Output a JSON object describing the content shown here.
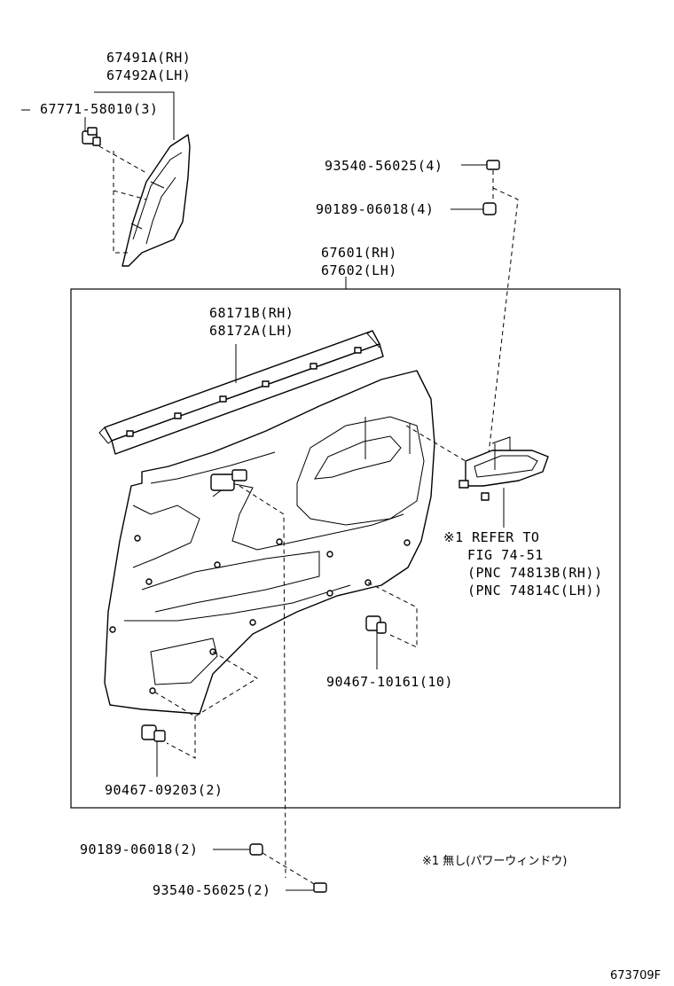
{
  "labels": {
    "p67491a": "67491A(RH)",
    "p67492a": "67492A(LH)",
    "p67771": "67771-58010(3)",
    "p93540_top": "93540-56025(4)",
    "p90189_top": "90189-06018(4)",
    "p67601": "67601(RH)",
    "p67602": "67602(LH)",
    "p68171b": "68171B(RH)",
    "p68172a": "68172A(LH)",
    "refer_line1": "※1 REFER TO",
    "refer_line2": "FIG 74-51",
    "refer_line3": "(PNC 74813B(RH))",
    "refer_line4": "(PNC 74814C(LH))",
    "p90467_10161": "90467-10161(10)",
    "p90467_09203": "90467-09203(2)",
    "p90189_bottom": "90189-06018(2)",
    "p93540_bottom": "93540-56025(2)",
    "note_jp": "※1 無し(パワーウィンドウ)",
    "figure_id": "673709F"
  }
}
